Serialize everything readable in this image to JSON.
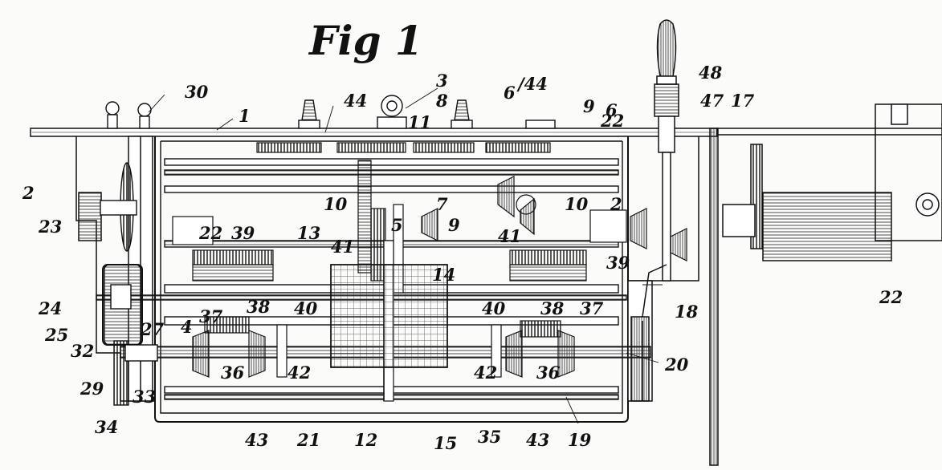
{
  "title": "Fig 1",
  "labels": {
    "l1": "1",
    "l2a": "2",
    "l2b": "2",
    "l3": "3",
    "l4": "4",
    "l5": "5",
    "l6a": "6",
    "l6b": "6",
    "l7": "7",
    "l8": "8",
    "l9a": "9",
    "l9b": "9",
    "l10a": "10",
    "l10b": "10",
    "l11": "11",
    "l12": "12",
    "l13": "13",
    "l14": "14",
    "l15": "15",
    "l17": "17",
    "l18": "18",
    "l19": "19",
    "l20": "20",
    "l21": "21",
    "l22a": "22",
    "l22b": "22",
    "l22c": "22",
    "l23": "23",
    "l24": "24",
    "l25": "25",
    "l27": "27",
    "l29": "29",
    "l30": "30",
    "l32": "32",
    "l33": "33",
    "l34": "34",
    "l35": "35",
    "l36a": "36",
    "l36b": "36",
    "l37a": "37",
    "l37b": "37",
    "l38a": "38",
    "l38b": "38",
    "l39a": "39",
    "l39b": "39",
    "l40a": "40",
    "l40b": "40",
    "l41a": "41",
    "l41b": "41",
    "l42a": "42",
    "l42b": "42",
    "l43a": "43",
    "l43b": "43",
    "l44a": "44",
    "l44b": "/44",
    "l47": "47",
    "l48": "48"
  },
  "colors": {
    "ink": "#111111",
    "paper": "#fbfbf9"
  }
}
